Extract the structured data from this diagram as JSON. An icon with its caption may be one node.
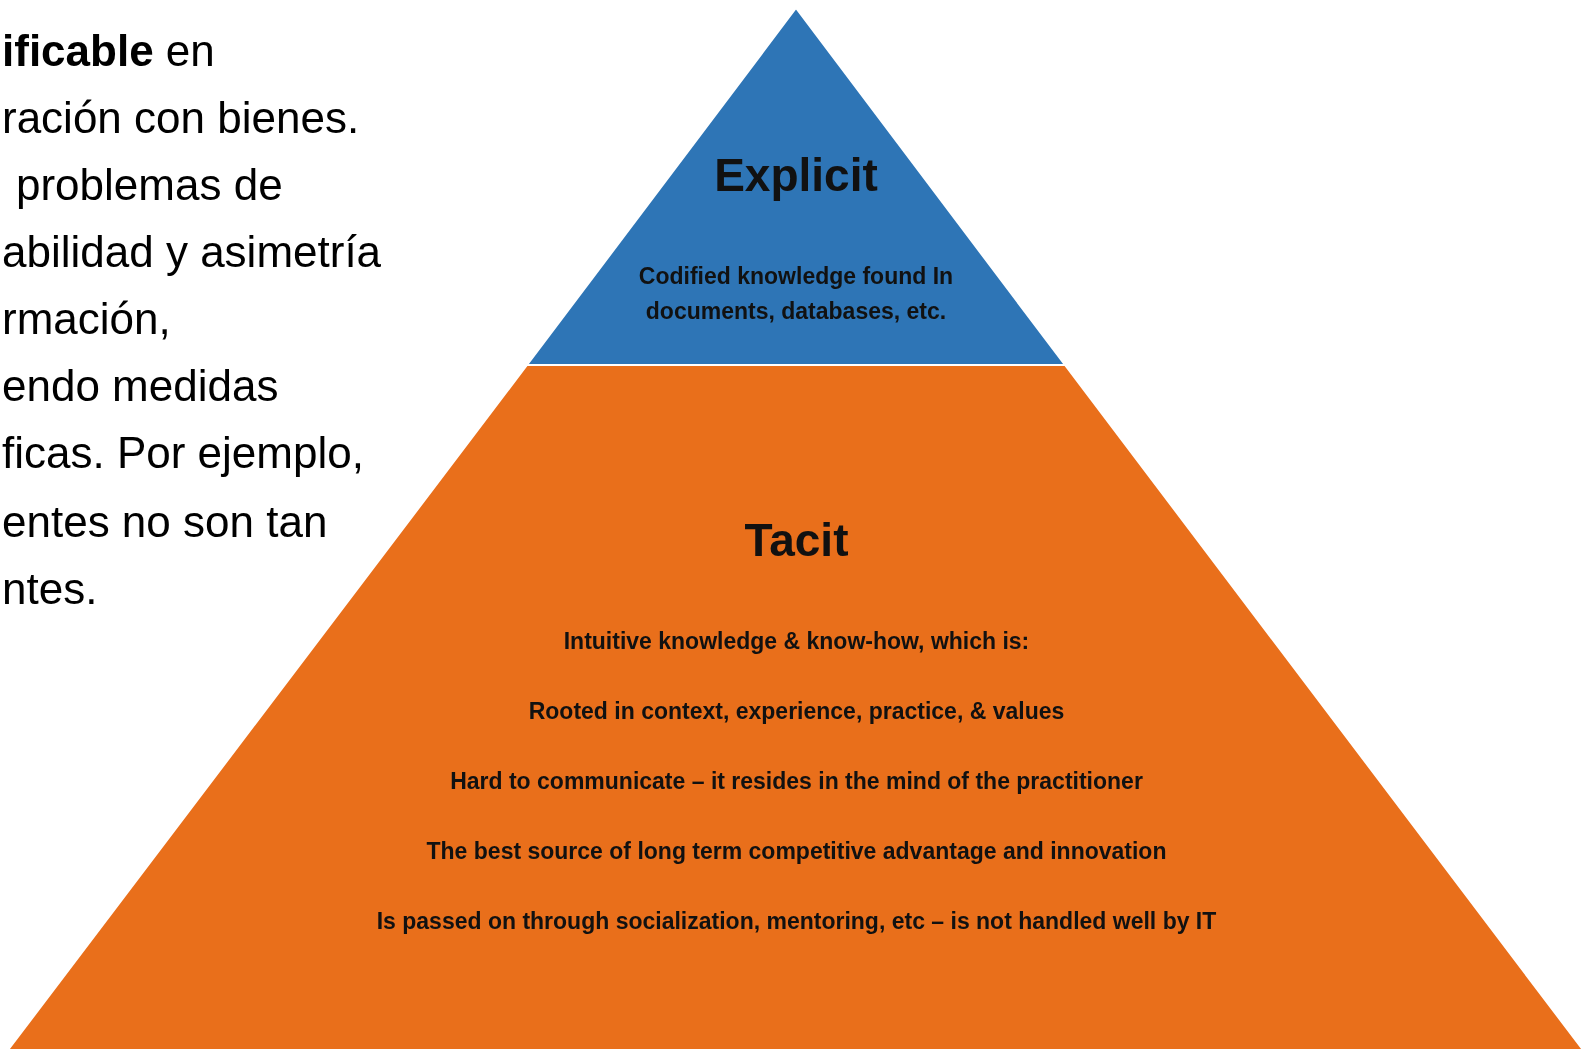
{
  "diagram": {
    "nodes": [
      {
        "text": [
          "Explicit",
          "Codified knowledge found In documents, databases, etc."
        ]
      },
      {
        "text": [
          "Tacit",
          "Intuitive knowledge & know-how, which is:",
          "Rooted in context, experience, practice, & values",
          "Hard to communicate – it resides in the mind of the practitioner",
          "The best source of long term competitive advantage and  innovation",
          "Is passed on through socialization, mentoring, etc – is not handled well by IT"
        ]
      }
    ],
    "labels": [
      "**ificable** en",
      "ración con bienes.",
      "problemas de",
      "abilidad y asimetría",
      "rmación,",
      "endo medidas",
      "ficas. Por ejemplo,",
      "entes no son tan",
      "ntes."
    ]
  }
}
